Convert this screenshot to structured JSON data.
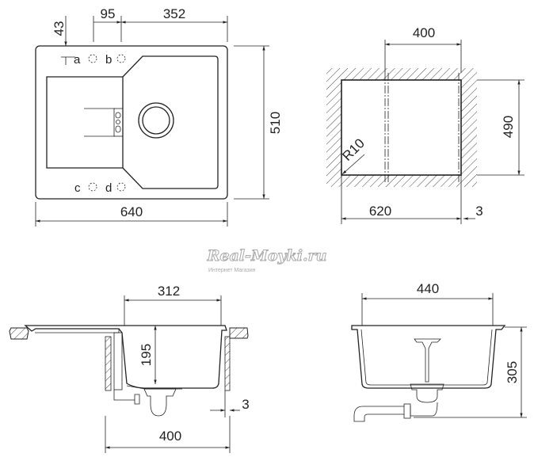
{
  "top_view": {
    "dims": {
      "dim_43": "43",
      "dim_95": "95",
      "dim_352": "352",
      "dim_510": "510",
      "dim_640": "640"
    },
    "holes": {
      "a": "a",
      "b": "b",
      "c": "c",
      "d": "d"
    }
  },
  "cutout_view": {
    "dims": {
      "dim_400": "400",
      "dim_490": "490",
      "dim_620": "620",
      "dim_3": "3",
      "radius": "R10"
    }
  },
  "side_view": {
    "dims": {
      "dim_312": "312",
      "dim_195": "195",
      "dim_400": "400",
      "dim_3": "3"
    }
  },
  "front_view": {
    "dims": {
      "dim_440": "440",
      "dim_305": "305"
    }
  },
  "watermark": {
    "brand": "Real-Moyki.ru",
    "subtitle": "Интернет Магазин"
  }
}
